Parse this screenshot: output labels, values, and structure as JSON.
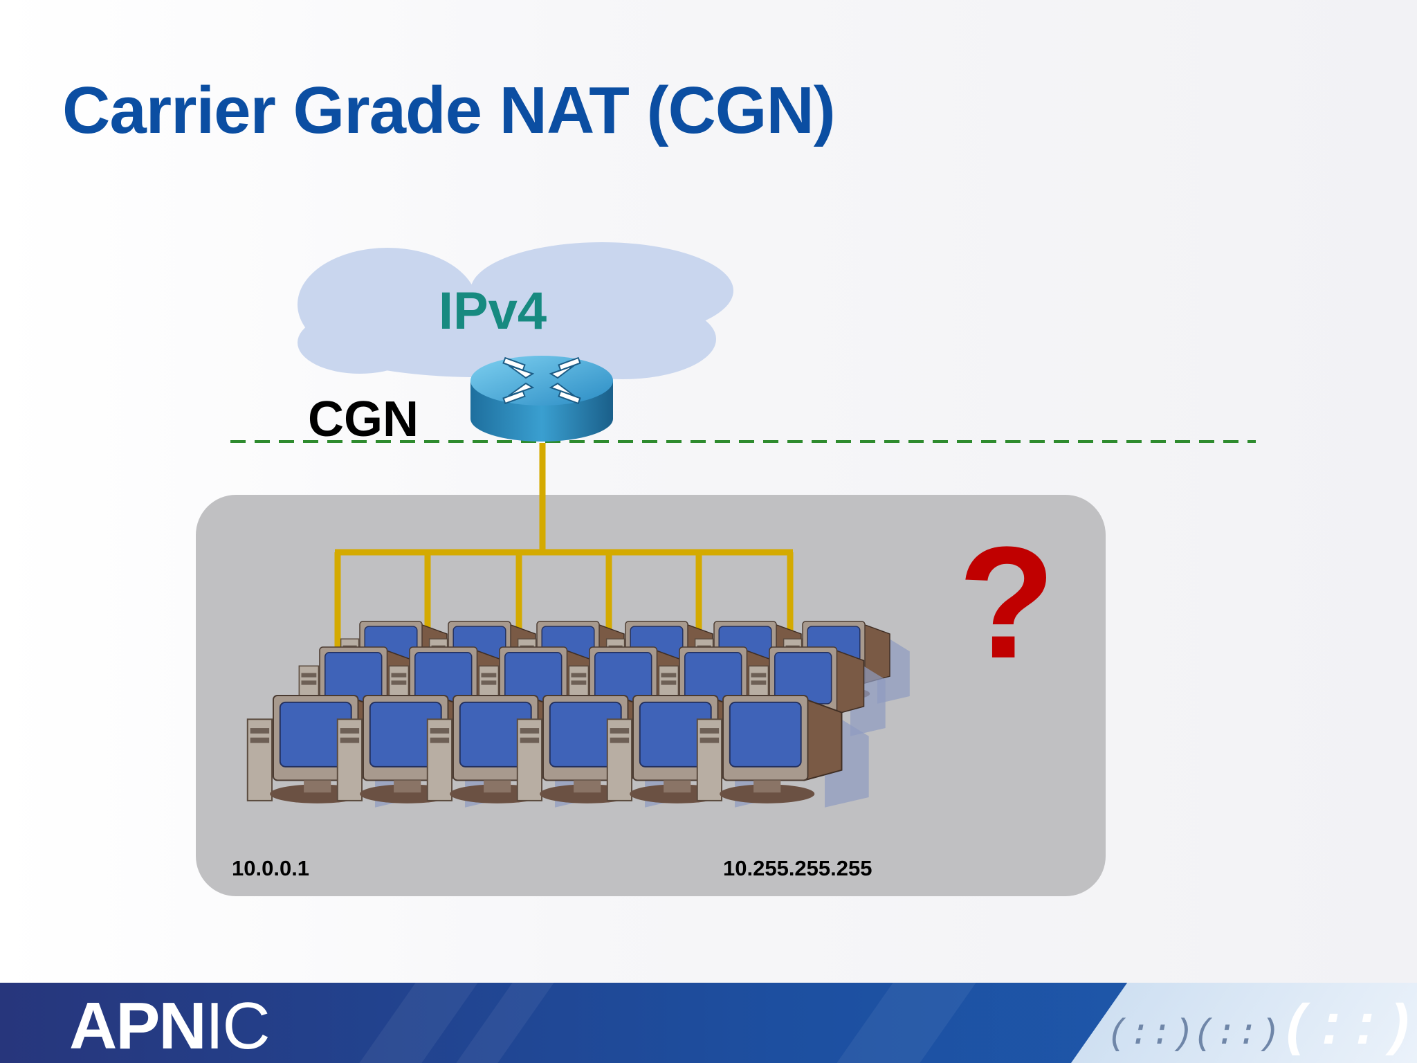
{
  "slide": {
    "title": "Carrier Grade NAT (CGN)"
  },
  "diagram": {
    "cloud_label": "IPv4",
    "router_label": "CGN",
    "address_first": "10.0.0.1",
    "address_last": "10.255.255.255",
    "question_mark": "?",
    "colors": {
      "title": "#0b4ea2",
      "cloud": "#c9d6ee",
      "router": "#2f8fbf",
      "links": "#d4aa00",
      "boundary": "#2e8b2e",
      "question": "#c00000",
      "screen": "#3f63b8"
    }
  },
  "footer": {
    "logo_bold": "APN",
    "logo_light": "IC",
    "ipv6_pattern": "(::)"
  }
}
